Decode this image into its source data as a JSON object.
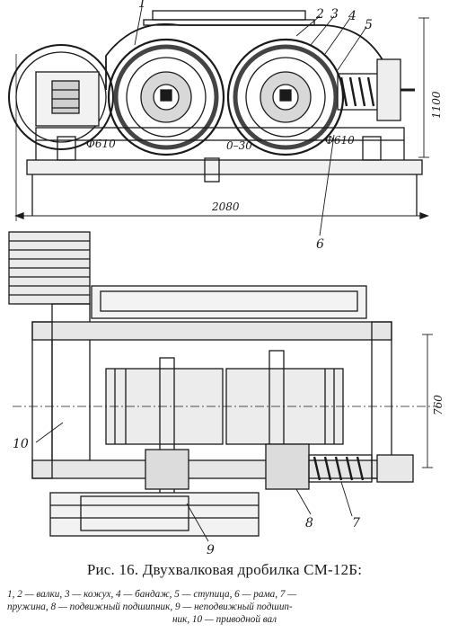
{
  "figure": {
    "callouts": [
      "1",
      "2",
      "3",
      "4",
      "5",
      "6",
      "7",
      "8",
      "9",
      "10"
    ],
    "dimensions": {
      "height_total": "1100",
      "length_total": "2080",
      "roll_diameter_left": "Φ610",
      "roll_diameter_right": "Φ610",
      "gap": "0–30",
      "plan_width": "760"
    }
  },
  "caption": {
    "title": "Рис. 16. Двухвалковая дробилка СМ-12Б:",
    "line1": "1, 2 — валки, 3 — кожух, 4 — бандаж, 5 — ступица, 6 — рама, 7 —",
    "line2": "пружина, 8 — подвижный подшипник, 9 — неподвижный подшип-",
    "line3": "ник, 10 — приводной вал"
  }
}
